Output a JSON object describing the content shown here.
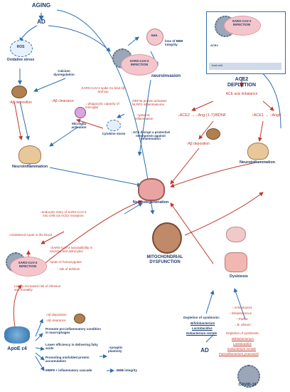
{
  "top": {
    "aging": "AGING",
    "ad": "AD"
  },
  "left_top": {
    "ros": "ROS",
    "oxidative_stress": "Oxidative stress",
    "calcium_dysregulation": "Calcium dysregulation",
    "abeta_deposition": "↑Aβ deposition",
    "abeta_clearance": "↓Aβ clearance",
    "microglia_activation": "Microglia activation",
    "neuroinflammation": "Neuroinflammation"
  },
  "center_top": {
    "bbb": "BBB",
    "sars_infection": "SARS-CoV-2 INFECTION",
    "loss_bbb": "loss of BBB integrity",
    "neuroinvasion": "neuroinvasion",
    "spike_s1": "SARS-CoV-2 spike S1 bind Aβ and tau",
    "phagocytic": "↓ phagocytic capacity of microglia",
    "orf3a": "ORF3a protein activates NLRP3 inflammasome",
    "systemic": "↑ systemic inflammation",
    "cytokine": "Cytokine storm",
    "ach": "↓ACh disrupt a protective mechanism against inflammation"
  },
  "right_top": {
    "sars_infection": "SARS-CoV-2 INFECTION",
    "ace2_label": "ACE2",
    "host_cell": "host cell",
    "depletion_title_1": "ACE2",
    "depletion_title_2": "DEPLETION",
    "axis_imbalance": "ACE axis imbalance",
    "ace2_down": "ACE2",
    "ang": "Ang-(1-7)/BDNF",
    "ace1": "ACE1",
    "angii": "AngII",
    "abeta_deposition": "↑Aβ deposition",
    "neuroinflammation": "Neuroinflammation"
  },
  "center": {
    "neurodegeneration": "Neurodegeneration"
  },
  "left_bottom": {
    "endocytic": "↑endocytic entry of SARS-CoV-2 into cells via ACE2 receptors",
    "cholesterol": "↑cholesterol-ApoE in the blood",
    "sars_infection": "SARS-CoV-2 INFECTION",
    "susceptibility": "↑SARS-CoV-2 susceptibility in neurons and astrocytes",
    "homozygotes": "ApoE ε4 homozygotes",
    "delirium": "↑ risk of delirium",
    "link_mortality": "Link to increased risk of infection and mortality",
    "apoe": "ApoE ε4",
    "abeta_dep": "↑Aβ deposition",
    "abeta_clr": "↓Aβ clearance",
    "pro_inflam": "Promote pro-inflammatory condition in macrophages",
    "lower_eff": "Lower efficiency in delivering fatty acids",
    "synaptic": "↓synaptic plasticity",
    "misfolded": "Promoting misfolded protein accumulation",
    "mmp9": "MMP9 + inflammatory cascade",
    "bbb_integrity": "↓BBB integrity"
  },
  "mito": {
    "line1": "MITOCHONDRIAL",
    "line2": "DYSFUNCTION"
  },
  "right_bottom": {
    "dysbiosis": "Dysbiosis",
    "actinomyces": "↑ Actinomyces",
    "streptococcus": "↑ Streptococcus",
    "rothia": "↑ Rothia",
    "obeum": "↓ B. obeum",
    "depletion_title": "Depletion of symbionts:",
    "bifido": "Bifidobacterium",
    "lacto": "Lactobacillus",
    "eubacterium": "Eubacterium rectale",
    "faecali": "Faecalibacterium prausnitzii",
    "left_depletion_title": "Depletion of symbionts:",
    "left_bifido": "Bifidobacterium",
    "left_lacto": "Lactobacillus",
    "left_eubacterium": "Eubacterium rectale",
    "ad": "AD",
    "covid": "COVID-19"
  },
  "colors": {
    "navy": "#1f3b6e",
    "red": "#c0392b",
    "line_blue": "#2c6fb0",
    "line_red": "#c0392b"
  }
}
